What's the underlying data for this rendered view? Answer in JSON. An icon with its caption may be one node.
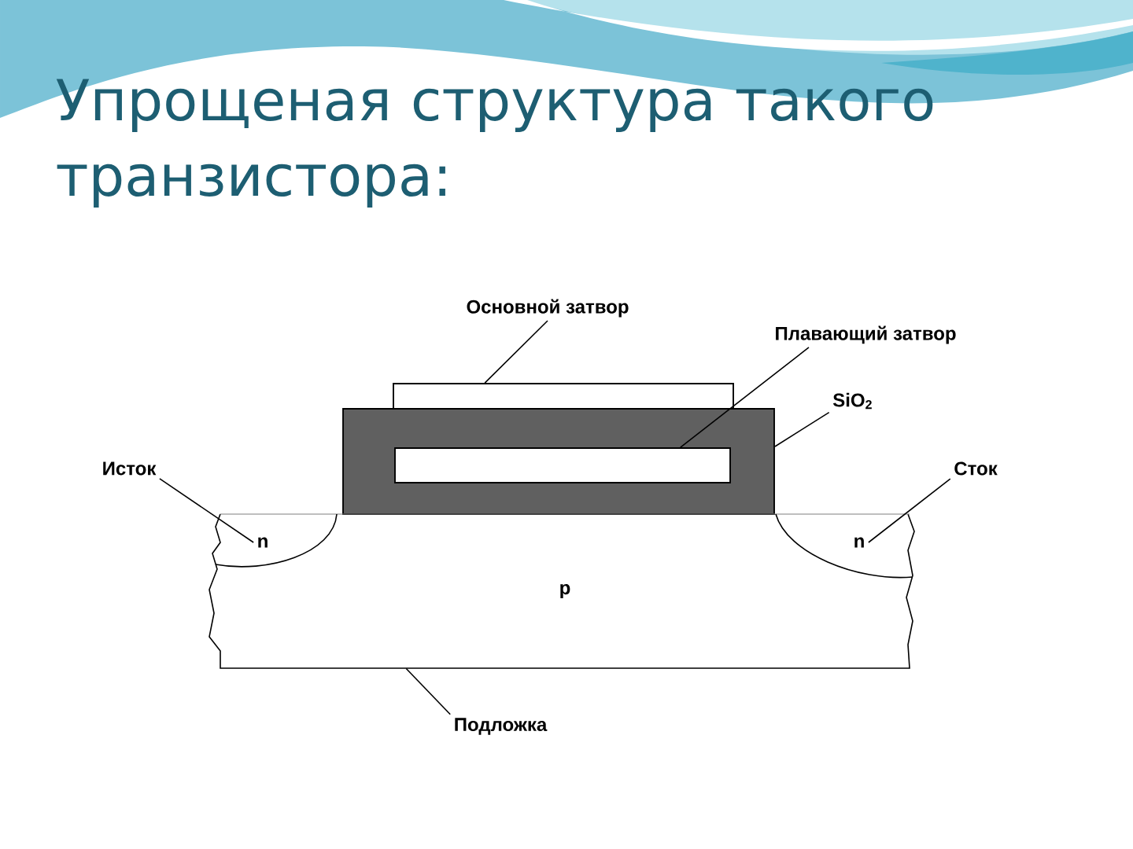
{
  "diagram": {
    "title": "Упрощеная структура такого транзистора:",
    "nodes": [
      {
        "text": [
          "Основной затвор"
        ]
      },
      {
        "text": [],
        "shape": "box"
      },
      {
        "text": [
          "Плавающий затвор"
        ]
      },
      {
        "text": [
          "SiO$_{2}$"
        ]
      },
      {
        "text": [],
        "shape": "box"
      },
      {
        "text": [],
        "shape": "box",
        "in": 4
      },
      {
        "text": [
          "Исток"
        ]
      },
      {
        "text": [
          "Сток"
        ]
      },
      {
        "text": [
          "p"
        ]
      },
      {
        "text": [
          "n"
        ],
        "in": 8
      },
      {
        "text": [
          "n"
        ],
        "in": 8
      },
      {
        "text": [
          "Подложка"
        ]
      }
    ],
    "edges": [
      {
        "from": 0,
        "to": 1,
        "arrow": "none"
      },
      {
        "from": 2,
        "to": 5,
        "arrow": "none"
      },
      {
        "from": 3,
        "to": 4,
        "arrow": "none"
      },
      {
        "from": 6,
        "to": 9,
        "arrow": "none"
      },
      {
        "from": 7,
        "to": 10,
        "arrow": "none"
      },
      {
        "from": 11,
        "to": 8,
        "arrow": "none"
      }
    ]
  }
}
